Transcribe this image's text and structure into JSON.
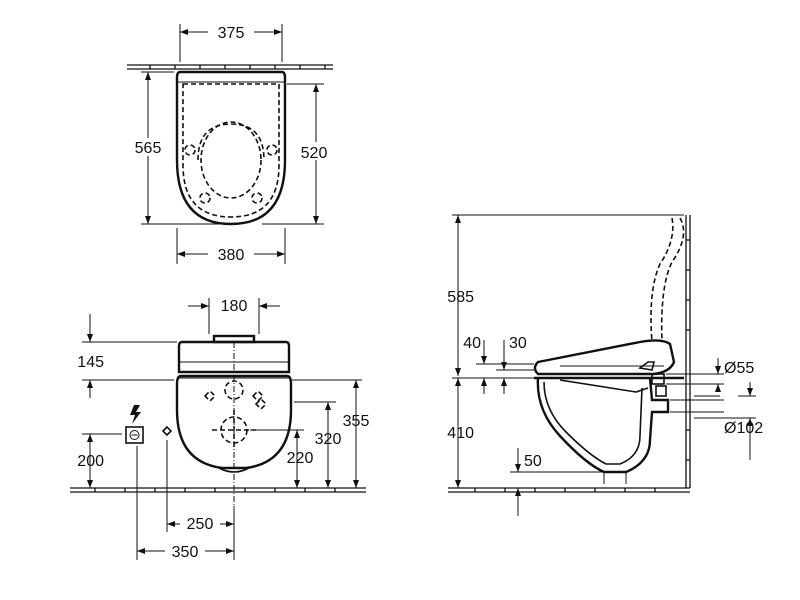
{
  "colors": {
    "ink": "#111111",
    "background": "#ffffff"
  },
  "top_view": {
    "width_top": "375",
    "depth_outer": "565",
    "depth_inner": "520",
    "width_bottom": "380"
  },
  "front_view": {
    "seat_width": "180",
    "seat_height": "145",
    "connection_height": "200",
    "outlet_height": "220",
    "bowl_height": "320",
    "total_height": "355",
    "offset_250": "250",
    "offset_350": "350",
    "power_icon": "lightning-bolt-icon",
    "socket_icon": "power-socket-icon"
  },
  "side_view": {
    "overall_height": "585",
    "seat_40": "40",
    "seat_30": "30",
    "rim_height": "410",
    "floor_gap": "50",
    "inlet_diameter": "Ø55",
    "outlet_diameter": "Ø102"
  }
}
